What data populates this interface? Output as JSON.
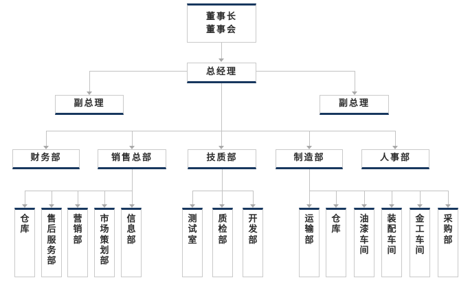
{
  "colors": {
    "accent_navy": "#17375e",
    "connector_gray": "#c2c2c2",
    "arrow_gray": "#a9a9a9",
    "box_border_gray": "#c9c9c9",
    "text": "#2b2b2b",
    "background": "#ffffff"
  },
  "org": {
    "chairman": {
      "line1": "董事长",
      "line2": "董事会"
    },
    "general_manager": "总经理",
    "deputy_left": "副总理",
    "deputy_right": "副总理",
    "departments": [
      "财务部",
      "销售总部",
      "技质部",
      "制造部",
      "人事部"
    ],
    "sales_children": [
      "仓库",
      "售后服务部",
      "营销部",
      "市场策划部",
      "信息部"
    ],
    "tech_children": [
      "测试室",
      "质检部",
      "开发部"
    ],
    "manufacturing_children": [
      "运输部",
      "仓库",
      "油漆车间",
      "装配车间",
      "金工车间",
      "采购部"
    ]
  }
}
